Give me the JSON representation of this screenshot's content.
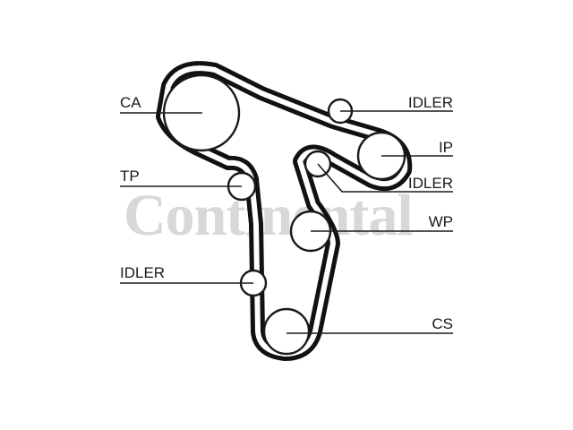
{
  "watermark": {
    "text": "Continental"
  },
  "labels": {
    "ca": "CA",
    "tp": "TP",
    "idler_left": "IDLER",
    "idler_top": "IDLER",
    "ip": "IP",
    "idler_mid": "IDLER",
    "wp": "WP",
    "cs": "CS"
  },
  "colors": {
    "belt": "#111111",
    "line": "#1a1a1a",
    "watermark": "#d8d8d8",
    "background": "#ffffff"
  }
}
